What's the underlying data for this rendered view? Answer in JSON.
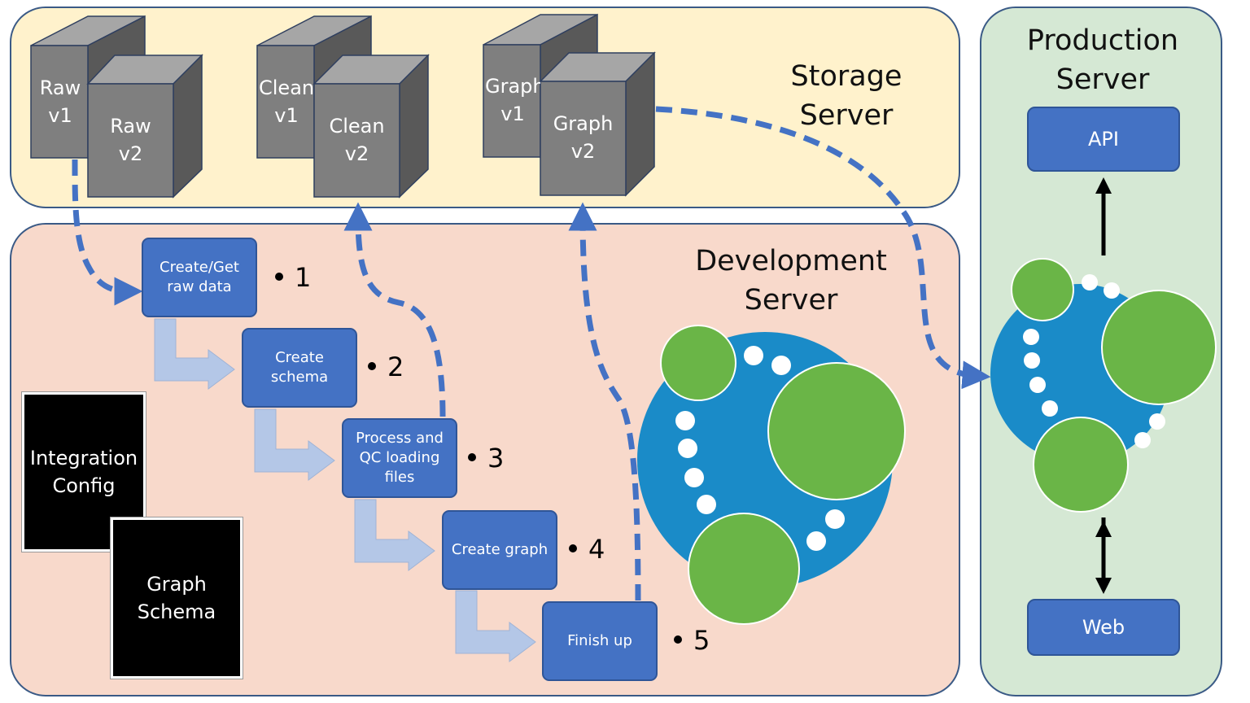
{
  "storage_server": {
    "title": "Storage\nServer"
  },
  "development_server": {
    "title": "Development\nServer"
  },
  "production_server": {
    "title": "Production\nServer",
    "api_label": "API",
    "web_label": "Web"
  },
  "datasets": [
    {
      "name": "raw",
      "v1_label": "Raw\nv1",
      "v2_label": "Raw\nv2"
    },
    {
      "name": "clean",
      "v1_label": "Clean\nv1",
      "v2_label": "Clean\nv2"
    },
    {
      "name": "graph",
      "v1_label": "Graph\nv1",
      "v2_label": "Graph\nv2"
    }
  ],
  "steps": [
    {
      "label": "Create/Get\nraw data",
      "number": "1"
    },
    {
      "label": "Create\nschema",
      "number": "2"
    },
    {
      "label": "Process and\nQC loading\nfiles",
      "number": "3"
    },
    {
      "label": "Create graph",
      "number": "4"
    },
    {
      "label": "Finish up",
      "number": "5"
    }
  ],
  "documents": {
    "integration_config": "Integration\nConfig",
    "graph_schema": "Graph\nSchema"
  },
  "colors": {
    "storage_bg": "#fff2cc",
    "development_bg": "#f8d9cb",
    "production_bg": "#d5e8d4",
    "step_box": "#4472c4",
    "flow_arrow": "#4472c4",
    "step_connector": "#b4c7e7",
    "logo_blue": "#1a8bc8",
    "logo_green": "#6ab547",
    "cube_front": "#7f7f7f"
  }
}
